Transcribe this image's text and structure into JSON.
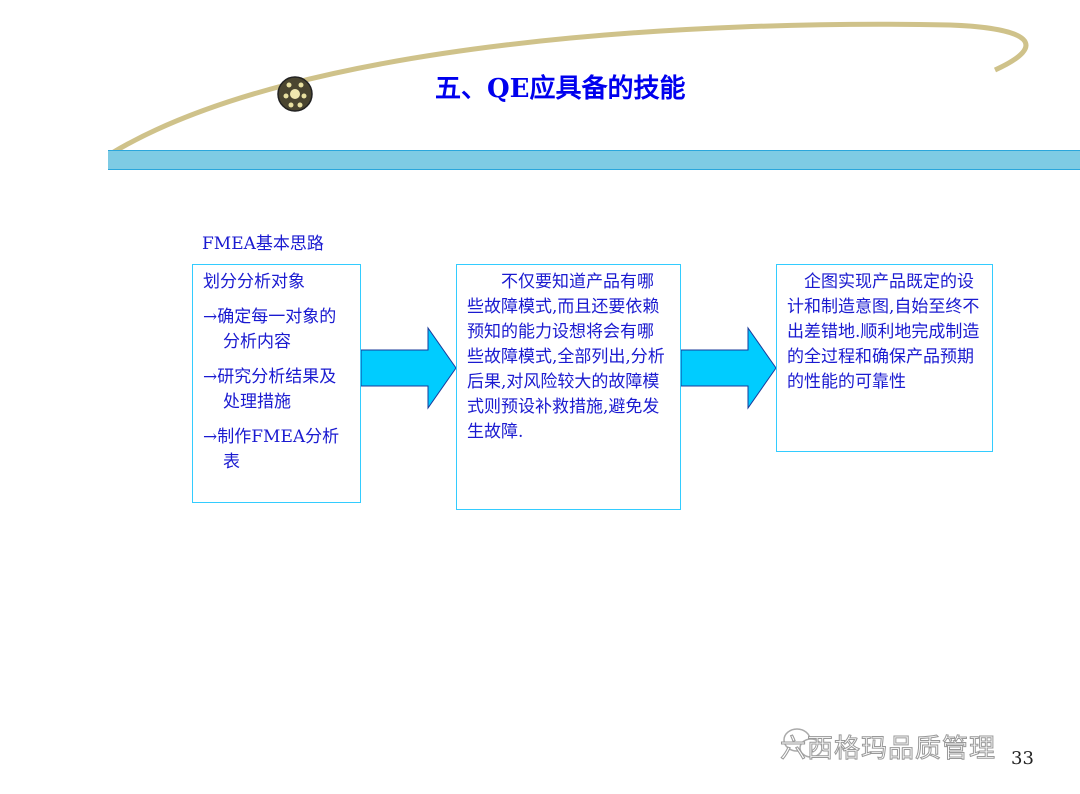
{
  "slide": {
    "title": "五、QE应具备的技能",
    "subtitle": "FMEA基本思路",
    "box1": {
      "heading": "划分分析对象",
      "items": [
        "→确定每一对象的分析内容",
        "→研究分析结果及处理措施",
        "→制作FMEA分析表"
      ]
    },
    "box2": {
      "text": "　　不仅要知道产品有哪些故障模式,而且还要依赖预知的能力设想将会有哪些故障模式,全部列出,分析后果,对风险较大的故障模式则预设补救措施,避免发生故障."
    },
    "box3": {
      "text": "　企图实现产品既定的设计和制造意图,自始至终不出差错地.顺利地完成制造的全过程和确保产品预期的性能的可靠性"
    },
    "page_number": "33",
    "watermark": "六西格玛品质管理"
  },
  "colors": {
    "title": "#0000ee",
    "band": "#7ecbe4",
    "arrow": "#00ccff",
    "box_border": "#33ccff",
    "swoosh": "#cfc28a"
  }
}
